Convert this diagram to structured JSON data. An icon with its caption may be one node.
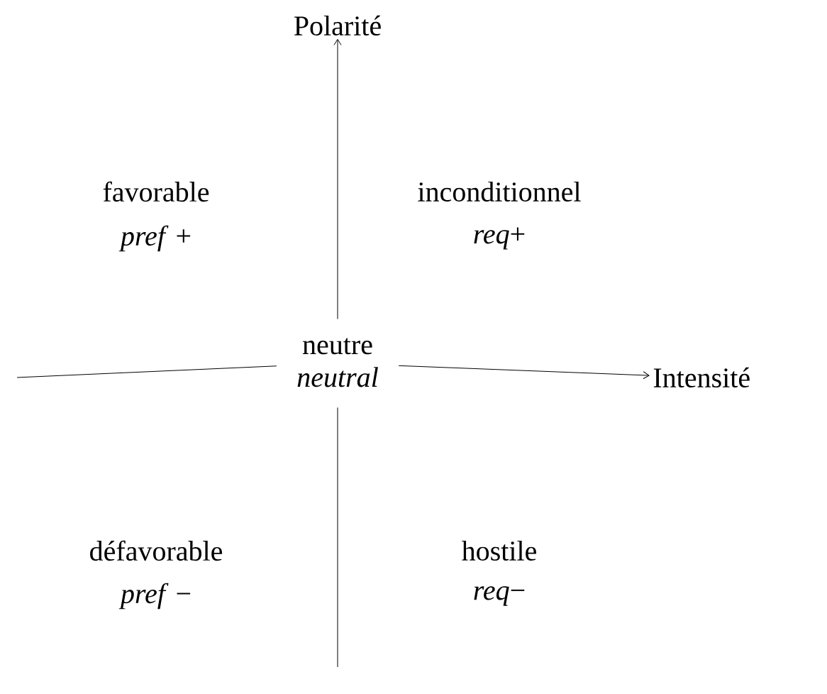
{
  "diagram": {
    "nodes": [
      {
        "text": [
          "Polarité"
        ]
      },
      {
        "text": [
          "Intensité"
        ]
      },
      {
        "text": [
          "neutre",
          "neutral"
        ]
      }
    ],
    "edges": [
      {
        "from": null,
        "to": 2,
        "arrow": "none"
      },
      {
        "from": 2,
        "to": 0,
        "arrow": "to"
      },
      {
        "from": null,
        "to": 2,
        "arrow": "none"
      },
      {
        "from": 2,
        "to": 1,
        "arrow": "to"
      }
    ],
    "labels": [
      "favorable",
      "*pref* +",
      "inconditionnel",
      "*req*+",
      "défavorable",
      "*pref* −",
      "hostile",
      "*req*−"
    ]
  }
}
